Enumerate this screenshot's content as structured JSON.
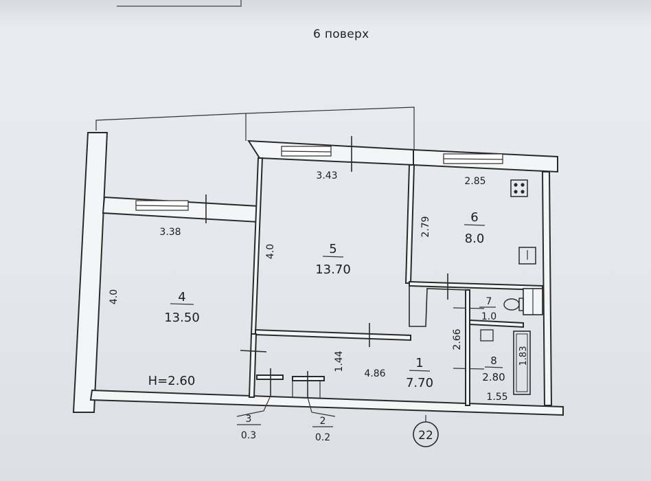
{
  "floor_label": "6 поверх",
  "rooms": [
    {
      "number": "4",
      "area": "13.50"
    },
    {
      "number": "5",
      "area": "13.70"
    },
    {
      "number": "6",
      "area": "8.0"
    },
    {
      "number": "7",
      "area": "1.0"
    },
    {
      "number": "8",
      "area": "2.80"
    },
    {
      "number": "1",
      "area": "7.70"
    },
    {
      "number": "3",
      "area": "0.3"
    },
    {
      "number": "2",
      "area": "0.2"
    }
  ],
  "dimensions": {
    "room4_width": "3.38",
    "room4_height": "4.0",
    "room5_width": "3.43",
    "room5_height": "4.0",
    "room6_width": "2.85",
    "room6_height": "2.79",
    "hall_length": "4.86",
    "hall_width": "1.44",
    "bath_height": "2.66",
    "bath_width": "1.55",
    "tub_length": "1.83"
  },
  "ceiling_height": "H=2.60",
  "apartment_number": "22"
}
